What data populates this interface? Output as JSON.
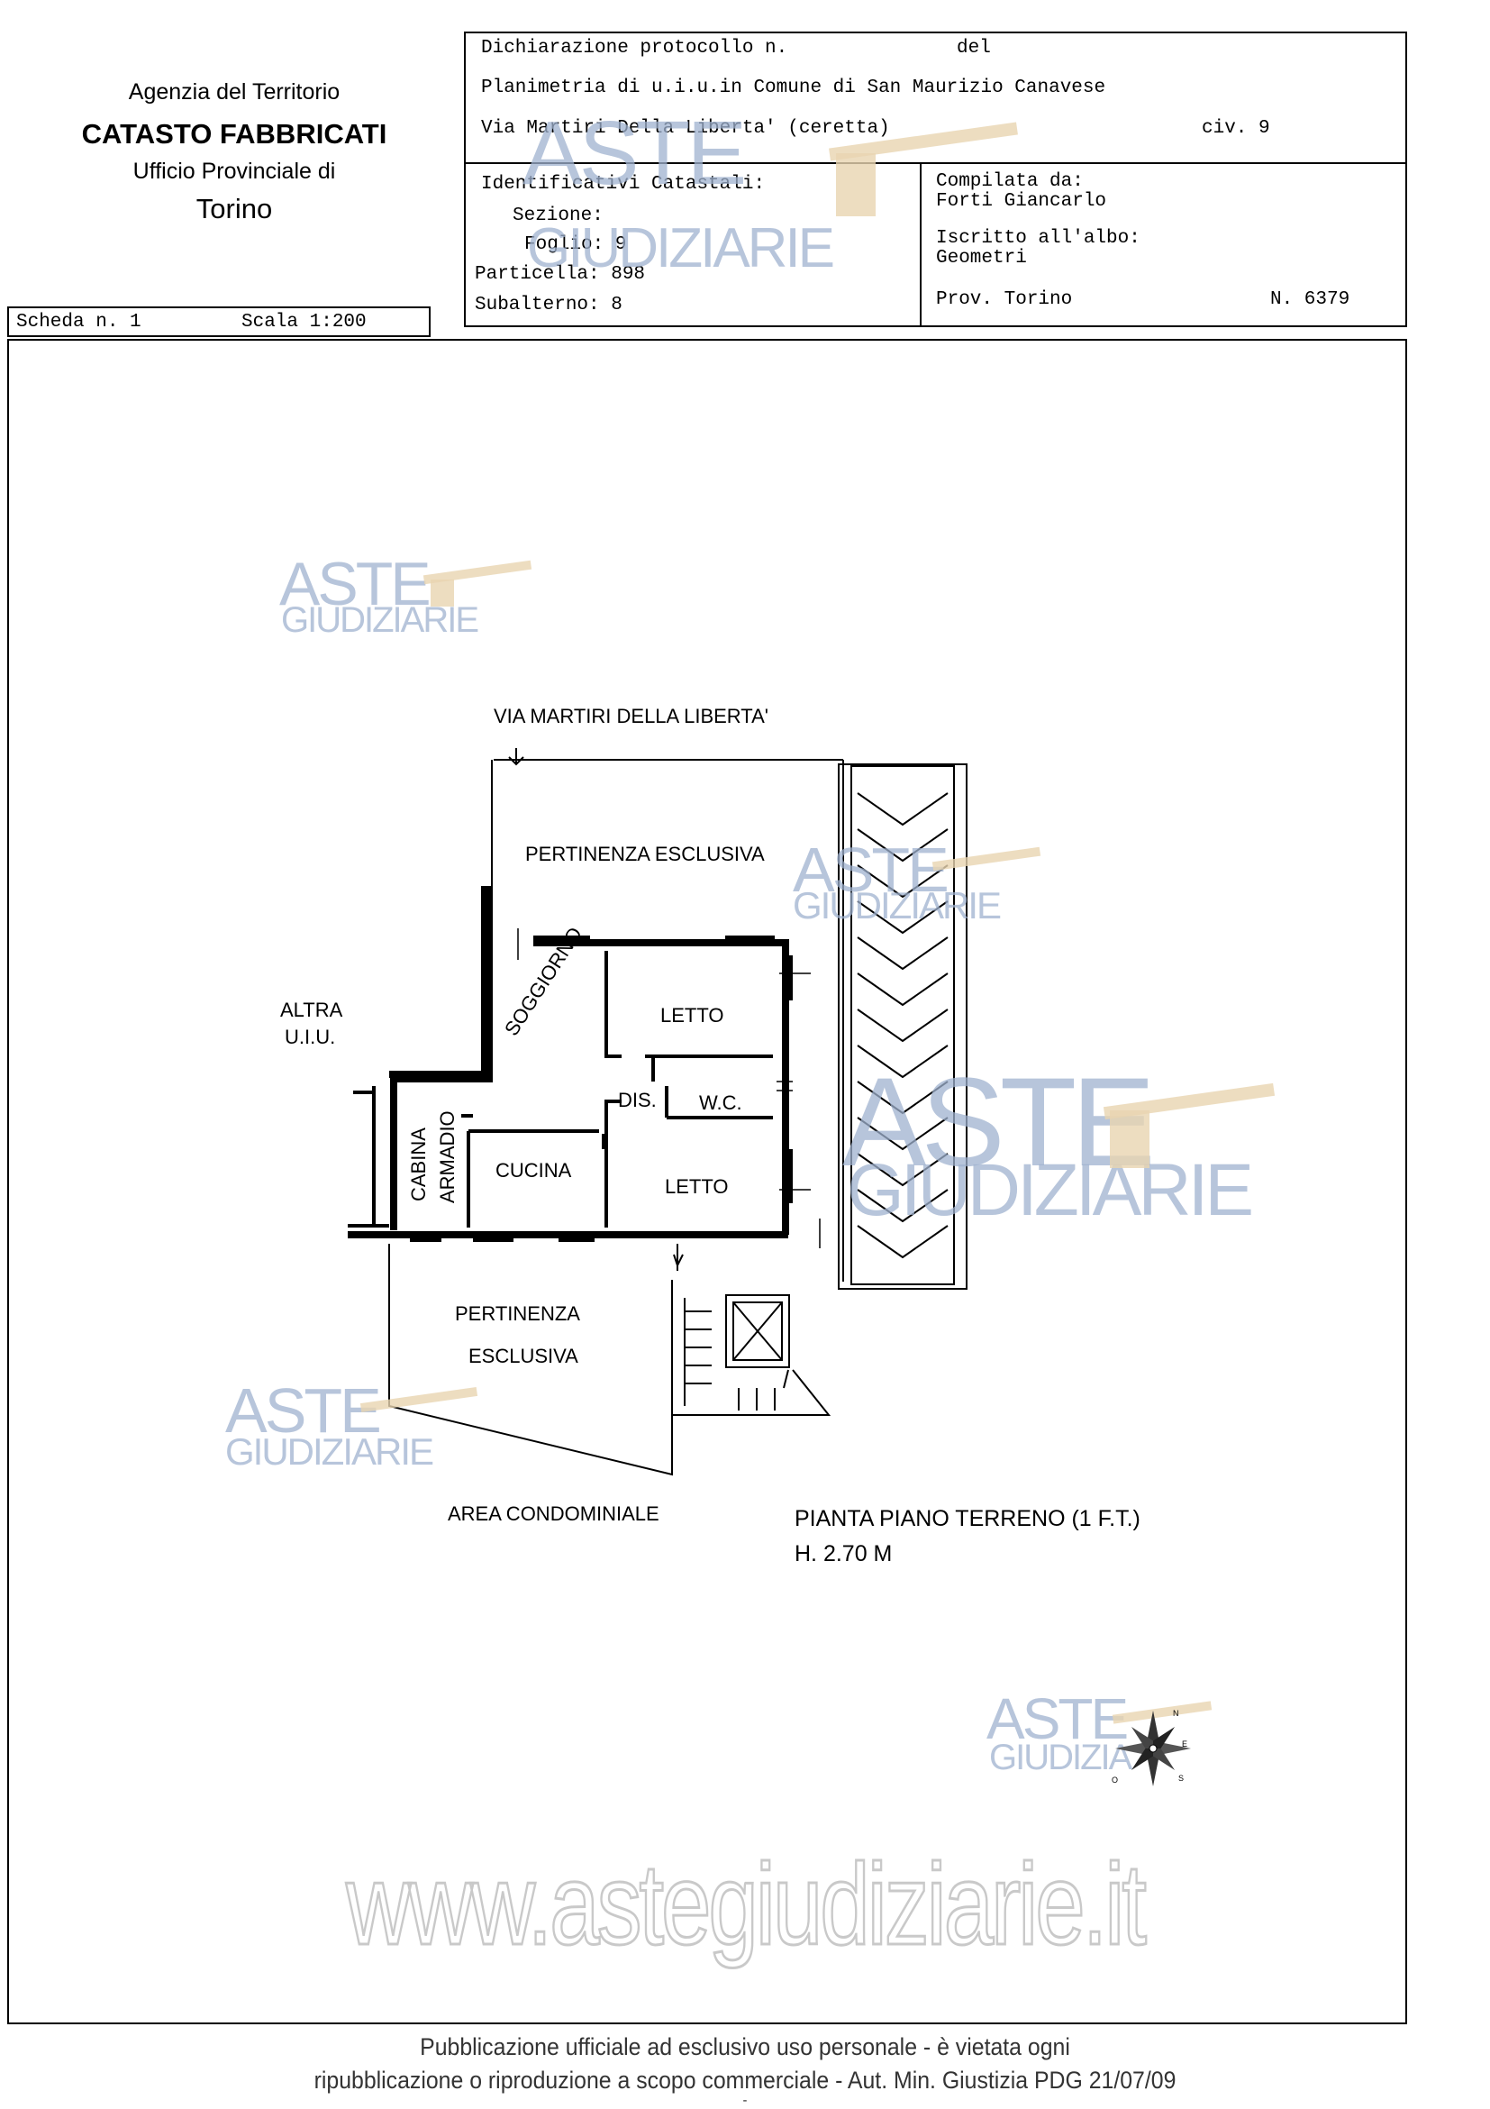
{
  "agency": {
    "line1": "Agenzia del Territorio",
    "line2": "CATASTO FABBRICATI",
    "line3": "Ufficio Provinciale di",
    "line4": "Torino"
  },
  "scheda": {
    "label": "Scheda n. 1",
    "scale": "Scala 1:200"
  },
  "declaration": {
    "protocol": "Dichiarazione protocollo n.",
    "del": "del",
    "planimetria": "Planimetria di u.i.u.in Comune di San Maurizio Canavese",
    "via": "Via Martiri Della Liberta' (ceretta)",
    "civ": "civ. 9"
  },
  "identifiers": {
    "title": "Identificativi Catastali:",
    "sezione": "Sezione:",
    "foglio": "Foglio: 9",
    "particella": "Particella: 898",
    "subalterno": "Subalterno: 8"
  },
  "compiler": {
    "title": "Compilata da:",
    "name": "Forti Giancarlo",
    "iscritto": "Iscritto all'albo:",
    "albo": "Geometri",
    "prov": "Prov. Torino",
    "number": "N. 6379"
  },
  "plan": {
    "street": "VIA MARTIRI DELLA LIBERTA'",
    "pertinenza_top": "PERTINENZA ESCLUSIVA",
    "altra_1": "ALTRA",
    "altra_2": "U.I.U.",
    "soggiorno": "SOGGIORNO",
    "letto_top": "LETTO",
    "dis": "DIS.",
    "wc": "W.C.",
    "cabina": "CABINA",
    "armadio": "ARMADIO",
    "cucina": "CUCINA",
    "letto_bottom": "LETTO",
    "pertinenza_bottom_1": "PERTINENZA",
    "pertinenza_bottom_2": "ESCLUSIVA",
    "area": "AREA CONDOMINIALE",
    "pianta": "PIANTA PIANO TERRENO (1 F.T.)",
    "height": "H.  2.70 M"
  },
  "watermark": {
    "aste": "ASTE",
    "giudiziarie": "GIUDIZIARIE",
    "giudizia": "GIUDIZIA",
    "url": "www.astegiudiziarie.it"
  },
  "compass": {
    "n": "N",
    "e": "E",
    "s": "S",
    "o": "O"
  },
  "footer": {
    "line1": "Pubblicazione ufficiale ad esclusivo uso personale - è vietata ogni",
    "line2": "ripubblicazione o riproduzione a scopo commerciale - Aut. Min. Giustizia PDG 21/07/09",
    "line3": "-"
  }
}
